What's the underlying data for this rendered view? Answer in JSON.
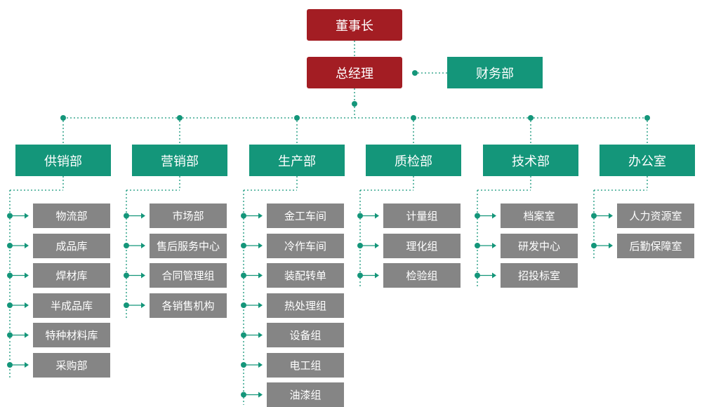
{
  "colors": {
    "leadership": "#a31d23",
    "department": "#14967a",
    "unit": "#858585",
    "connector": "#14967a"
  },
  "chairman": "董事长",
  "general_manager": "总经理",
  "finance": "财务部",
  "departments": [
    {
      "name": "供销部",
      "units": [
        "物流部",
        "成品库",
        "焊材库",
        "半成品库",
        "特种材料库",
        "采购部"
      ]
    },
    {
      "name": "营销部",
      "units": [
        "市场部",
        "售后服务中心",
        "合同管理组",
        "各销售机构"
      ]
    },
    {
      "name": "生产部",
      "units": [
        "金工车间",
        "冷作车间",
        "装配转单",
        "热处理组",
        "设备组",
        "电工组",
        "油漆组"
      ]
    },
    {
      "name": "质检部",
      "units": [
        "计量组",
        "理化组",
        "检验组"
      ]
    },
    {
      "name": "技术部",
      "units": [
        "档案室",
        "研发中心",
        "招投标室"
      ]
    },
    {
      "name": "办公室",
      "units": [
        "人力资源室",
        "后勤保障室"
      ]
    }
  ]
}
